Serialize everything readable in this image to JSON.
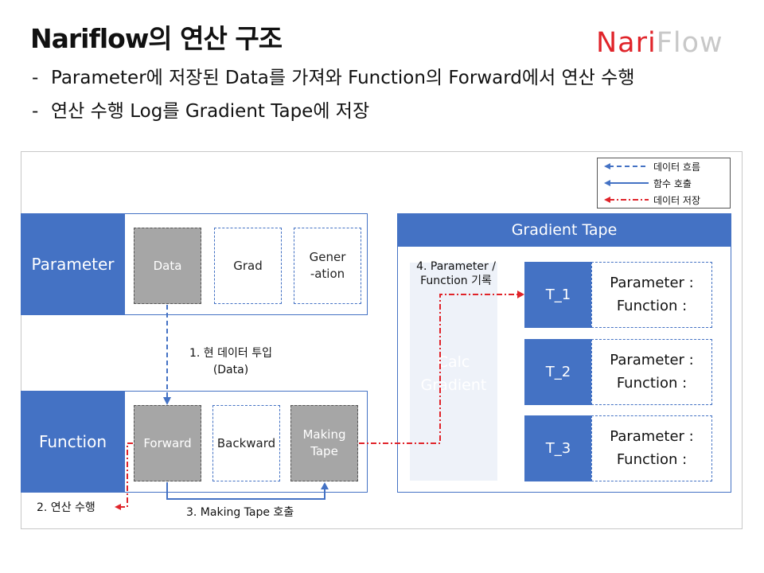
{
  "title": "Nariflow의 연산 구조",
  "logo": {
    "part1": "Nari",
    "part2": "Flow"
  },
  "bullets": [
    {
      "dash": "-",
      "text": "Parameter에 저장된 Data를 가져와 Function의 Forward에서 연산 수행"
    },
    {
      "dash": "-",
      "text": "연산 수행 Log를 Gradient Tape에 저장"
    }
  ],
  "legend": [
    {
      "label": "데이터 흐름",
      "color": "#4472c4",
      "style": "dashed-arrow"
    },
    {
      "label": "함수 호출",
      "color": "#4472c4",
      "style": "solid-arrow"
    },
    {
      "label": "데이터 저장",
      "color": "#e0242a",
      "style": "dash-dot-arrow"
    }
  ],
  "parameter": {
    "label": "Parameter",
    "cells": [
      "Data",
      "Grad",
      "Gener\n-ation"
    ]
  },
  "function": {
    "label": "Function",
    "cells": [
      "Forward",
      "Backward",
      "Making\nTape"
    ]
  },
  "gradient_tape": {
    "header": "Gradient Tape",
    "calc_label": "Calc\nGradient",
    "tapes": [
      {
        "name": "T_1",
        "line1": "Parameter :",
        "line2": "Function :"
      },
      {
        "name": "T_2",
        "line1": "Parameter :",
        "line2": "Function :"
      },
      {
        "name": "T_3",
        "line1": "Parameter :",
        "line2": "Function :"
      }
    ]
  },
  "steps": {
    "step1": "1.  현 데이터 투입\n(Data)",
    "step2": "2. 연산 수행",
    "step3": "3. Making Tape 호출",
    "step4": "4. Parameter /\nFunction 기록"
  },
  "colors": {
    "blue": "#4472c4",
    "red": "#e0242a",
    "gray": "#a6a6a6"
  }
}
